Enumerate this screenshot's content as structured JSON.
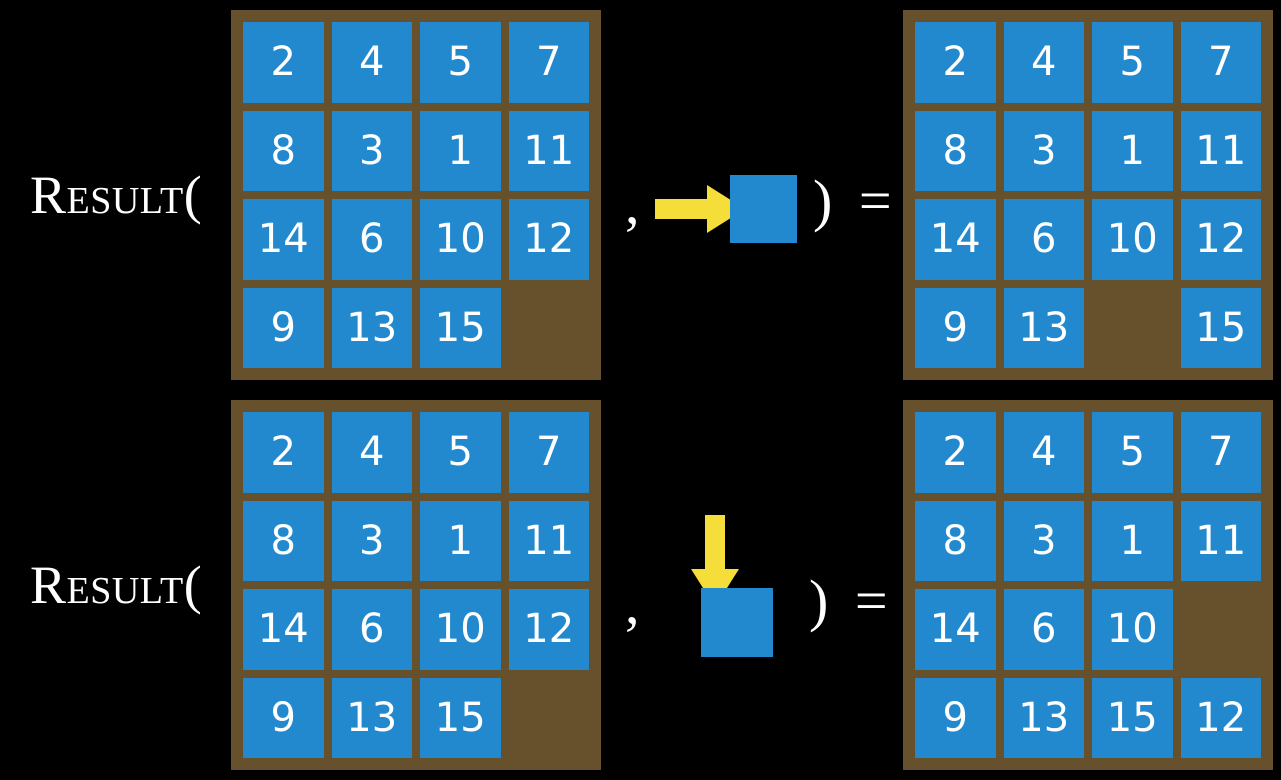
{
  "theme": {
    "background_color": "#000000",
    "board_color": "#66512c",
    "tile_color": "#2389cf",
    "tile_text_color": "#ffffff",
    "arrow_color": "#f5de3a",
    "text_color": "#ffffff"
  },
  "rows": [
    {
      "label": "Result(",
      "comma": ",",
      "close_equals": ") =",
      "move_icon": "arrow-right-icon",
      "move_direction": "right",
      "input_board": {
        "rows": [
          [
            2,
            4,
            5,
            7
          ],
          [
            8,
            3,
            1,
            11
          ],
          [
            14,
            6,
            10,
            12
          ],
          [
            9,
            13,
            15,
            ""
          ]
        ]
      },
      "output_board": {
        "rows": [
          [
            2,
            4,
            5,
            7
          ],
          [
            8,
            3,
            1,
            11
          ],
          [
            14,
            6,
            10,
            12
          ],
          [
            9,
            13,
            "",
            15
          ]
        ]
      }
    },
    {
      "label": "Result(",
      "comma": ",",
      "close_equals": ") =",
      "move_icon": "arrow-down-icon",
      "move_direction": "down",
      "input_board": {
        "rows": [
          [
            2,
            4,
            5,
            7
          ],
          [
            8,
            3,
            1,
            11
          ],
          [
            14,
            6,
            10,
            12
          ],
          [
            9,
            13,
            15,
            ""
          ]
        ]
      },
      "output_board": {
        "rows": [
          [
            2,
            4,
            5,
            7
          ],
          [
            8,
            3,
            1,
            11
          ],
          [
            14,
            6,
            10,
            ""
          ],
          [
            9,
            13,
            15,
            12
          ]
        ]
      }
    }
  ]
}
